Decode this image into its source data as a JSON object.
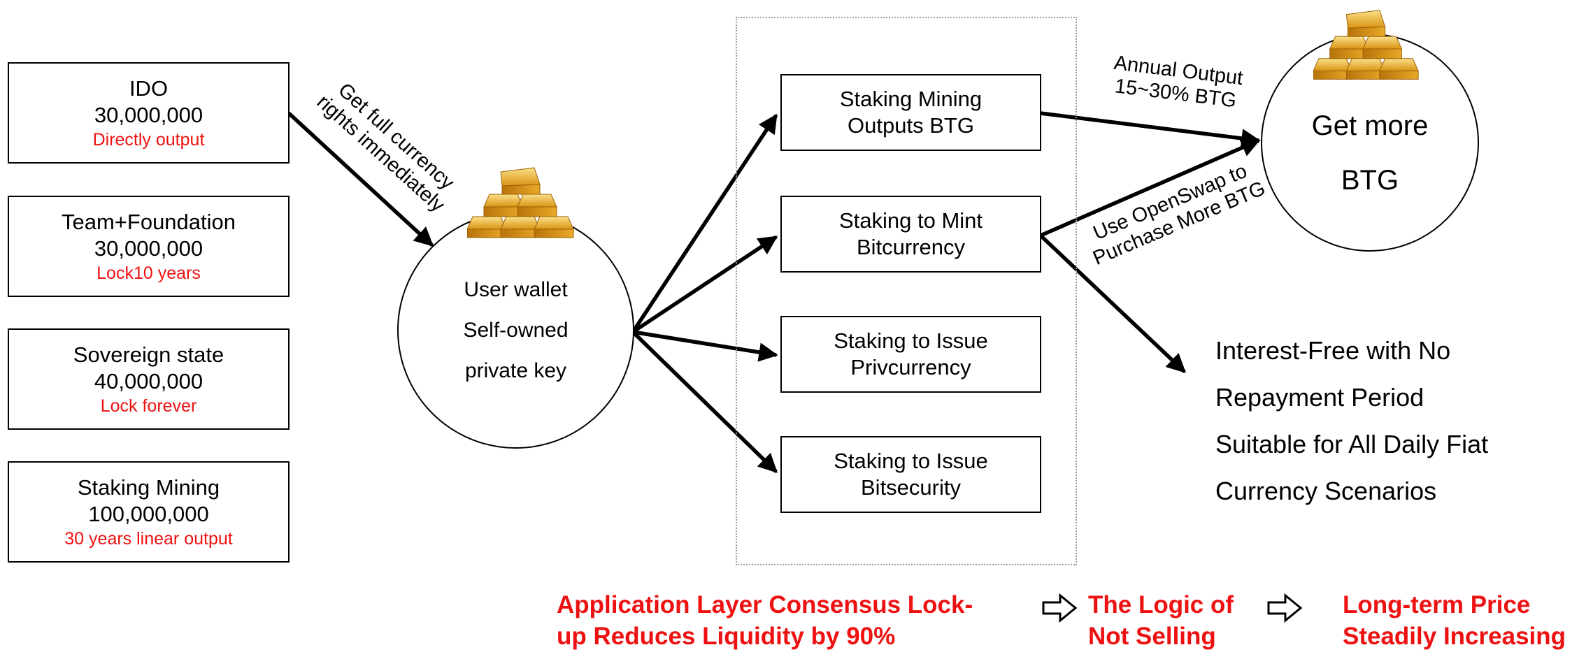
{
  "supply": [
    {
      "title": "IDO",
      "amount": "30,000,000",
      "note": "Directly output"
    },
    {
      "title": "Team+Foundation",
      "amount": "30,000,000",
      "note": "Lock10 years"
    },
    {
      "title": "Sovereign state",
      "amount": "40,000,000",
      "note": "Lock forever"
    },
    {
      "title": "Staking Mining",
      "amount": "100,000,000",
      "note": "30 years linear output"
    }
  ],
  "arrow_label_ido": [
    "Get full currency",
    "rights immediately"
  ],
  "wallet": [
    "User wallet",
    "Self-owned",
    "private key"
  ],
  "staking": [
    [
      "Staking Mining",
      "Outputs BTG"
    ],
    [
      "Staking to Mint",
      "Bitcurrency"
    ],
    [
      "Staking to Issue",
      "Privcurrency"
    ],
    [
      "Staking to Issue",
      "Bitsecurity"
    ]
  ],
  "annual_output": [
    "Annual Output",
    "15~30% BTG"
  ],
  "openswap": [
    "Use OpenSwap to",
    "Purchase More BTG"
  ],
  "get_more": [
    "Get more",
    "BTG"
  ],
  "benefits": [
    "Interest-Free with No",
    "Repayment Period",
    "Suitable for All Daily Fiat",
    "Currency Scenarios"
  ],
  "bottom": {
    "step1": [
      "Application Layer Consensus Lock-",
      "up Reduces Liquidity by 90%"
    ],
    "step2": [
      "The Logic of",
      "Not Selling"
    ],
    "step3": [
      "Long-term Price",
      "Steadily Increasing"
    ]
  },
  "colors": {
    "accent_red": "#ee1111",
    "gold": "#e8a92a"
  }
}
